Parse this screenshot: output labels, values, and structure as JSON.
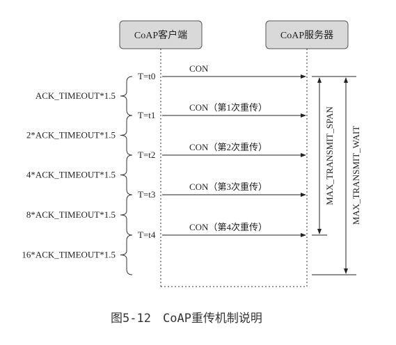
{
  "client": {
    "label": "CoAP客户端"
  },
  "server": {
    "label": "CoAP服务器"
  },
  "time_labels": [
    "T=t0",
    "T=t1",
    "T=t2",
    "T=t3",
    "T=t4"
  ],
  "messages": [
    "CON",
    "CON（第1次重传）",
    "CON（第2次重传）",
    "CON（第3次重传）",
    "CON（第4次重传）"
  ],
  "timeouts": [
    "ACK_TIMEOUT*1.5",
    "2*ACK_TIMEOUT*1.5",
    "4*ACK_TIMEOUT*1.5",
    "8*ACK_TIMEOUT*1.5",
    "16*ACK_TIMEOUT*1.5"
  ],
  "spans": {
    "transmit_span": "MAX_TRANSMIT_SPAN",
    "transmit_wait": "MAX_TRANSMIT_WAIT"
  },
  "caption": "图5-12　CoAP重传机制说明"
}
